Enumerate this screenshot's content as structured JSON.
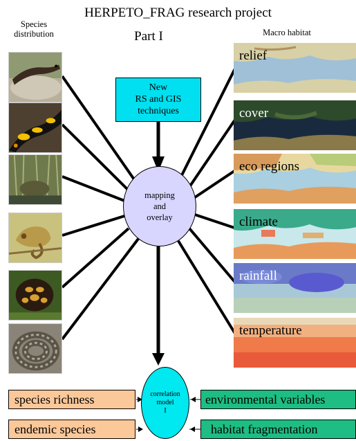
{
  "title": "HERPETO_FRAG research project",
  "part": "Part I",
  "species_distribution_label": [
    "Species",
    "distribution"
  ],
  "macro_habitat_label": "Macro habitat",
  "methods_box": [
    "New",
    "RS and GIS",
    "techniques"
  ],
  "mapping_node": [
    "mapping",
    "and",
    "overlay"
  ],
  "model_node": [
    "correlation",
    "model",
    "I"
  ],
  "species_photos": [
    "newt-icon",
    "salamander-icon",
    "frog-icon",
    "chameleon-icon",
    "tortoise-icon",
    "viper-icon"
  ],
  "habitat_maps": [
    {
      "label": "relief",
      "style": "relief"
    },
    {
      "label": "cover",
      "style": "cover"
    },
    {
      "label": "eco regions",
      "style": "eco"
    },
    {
      "label": "climate",
      "style": "climate"
    },
    {
      "label": "rainfall",
      "style": "rainfall"
    },
    {
      "label": "temperature",
      "style": "temperature"
    }
  ],
  "inputs_left": [
    "species richness",
    "endemic species"
  ],
  "inputs_right": [
    "environmental variables",
    "habitat fragmentation"
  ],
  "colors": {
    "methods": "#00e0f0",
    "mapping": "#d8d6ff",
    "model": "#00e8f0",
    "orange": "#fbc89a",
    "green": "#1dbd83"
  }
}
